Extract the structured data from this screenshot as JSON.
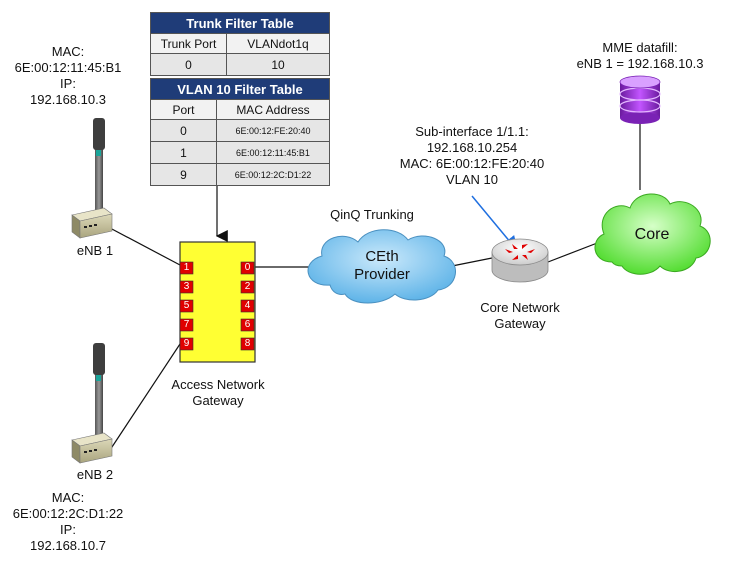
{
  "trunk_table": {
    "title": "Trunk Filter Table",
    "headers": [
      "Trunk Port",
      "VLANdot1q"
    ],
    "rows": [
      [
        "0",
        "10"
      ]
    ]
  },
  "vlan_table": {
    "title": "VLAN 10 Filter Table",
    "headers": [
      "Port",
      "MAC Address"
    ],
    "rows": [
      [
        "0",
        "6E:00:12:FE:20:40"
      ],
      [
        "1",
        "6E:00:12:11:45:B1"
      ],
      [
        "9",
        "6E:00:12:2C:D1:22"
      ]
    ]
  },
  "enb1": {
    "info_lines": [
      "MAC:",
      "6E:00:12:11:45:B1",
      "IP:",
      "192.168.10.3"
    ],
    "label": "eNB 1"
  },
  "enb2": {
    "label": "eNB 2",
    "info_lines": [
      "MAC:",
      "6E:00:12:2C:D1:22",
      "IP:",
      "192.168.10.7"
    ]
  },
  "access_gateway": {
    "label_lines": [
      "Access Network",
      "Gateway"
    ],
    "left_ports": [
      "1",
      "3",
      "5",
      "7",
      "9"
    ],
    "right_ports": [
      "0",
      "2",
      "4",
      "6",
      "8"
    ]
  },
  "provider_cloud": {
    "label_lines": [
      "CEth",
      "Provider"
    ]
  },
  "qinq_label": "QinQ Trunking",
  "core_gateway": {
    "label_lines": [
      "Core Network",
      "Gateway"
    ],
    "subif_lines": [
      "Sub-interface 1/1.1:",
      "192.168.10.254",
      "MAC: 6E:00:12:FE:20:40",
      "VLAN 10"
    ]
  },
  "core_cloud": {
    "label": "Core"
  },
  "mme": {
    "lines": [
      "MME datafill:",
      "eNB 1 = 192.168.10.3"
    ]
  },
  "colors": {
    "table_header": "#1f3c78",
    "gateway_fill": "#ffff33",
    "port_fill": "#e00000",
    "provider_cloud": "#7ec8f0",
    "core_cloud": "#7cf05a",
    "database": "#9b2fd6",
    "arrow_blue": "#1f6fe0"
  },
  "icons": [
    "antenna-icon",
    "base-station-icon",
    "router-icon",
    "database-icon",
    "cloud-icon"
  ]
}
